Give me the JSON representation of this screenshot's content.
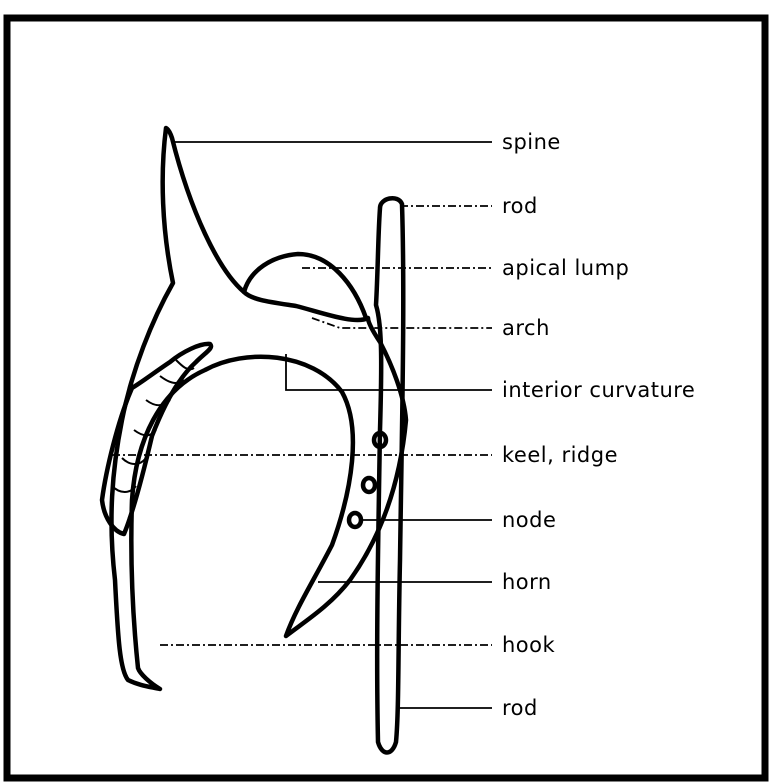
{
  "figure": {
    "labels": [
      {
        "key": "spine",
        "text": "spine"
      },
      {
        "key": "rod-top",
        "text": "rod"
      },
      {
        "key": "apical-lump",
        "text": "apical lump"
      },
      {
        "key": "arch",
        "text": "arch"
      },
      {
        "key": "interior-curvature",
        "text": "interior curvature"
      },
      {
        "key": "keel-ridge",
        "text": "keel, ridge"
      },
      {
        "key": "node",
        "text": "node"
      },
      {
        "key": "horn",
        "text": "horn"
      },
      {
        "key": "hook",
        "text": "hook"
      },
      {
        "key": "rod-bottom",
        "text": "rod"
      }
    ]
  }
}
